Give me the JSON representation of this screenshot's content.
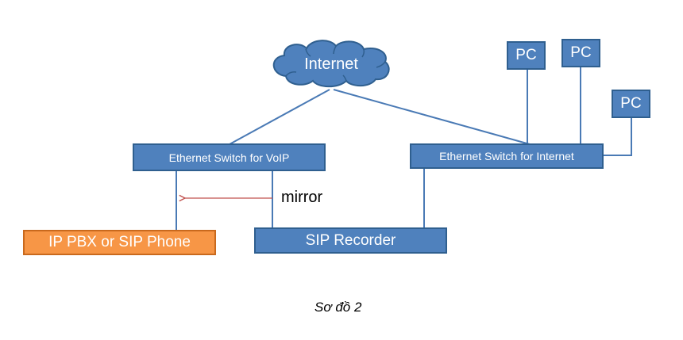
{
  "diagram": {
    "internet_label": "Internet",
    "switch_voip_label": "Ethernet Switch for VoIP",
    "switch_internet_label": "Ethernet Switch for Internet",
    "pbx_label": "IP PBX or SIP Phone",
    "recorder_label": "SIP Recorder",
    "pc_labels": [
      "PC",
      "PC",
      "PC"
    ],
    "mirror_label": "mirror",
    "caption": "Sơ đồ 2"
  },
  "colors": {
    "node_fill": "#4f81bd",
    "node_border": "#2f5f8f",
    "pbx_fill": "#f79646",
    "pbx_border": "#c9691d",
    "wire": "#4a7ab5",
    "mirror_arrow": "#c0504d"
  },
  "icons": [
    "internet-cloud-icon",
    "mirror-arrow-icon"
  ]
}
